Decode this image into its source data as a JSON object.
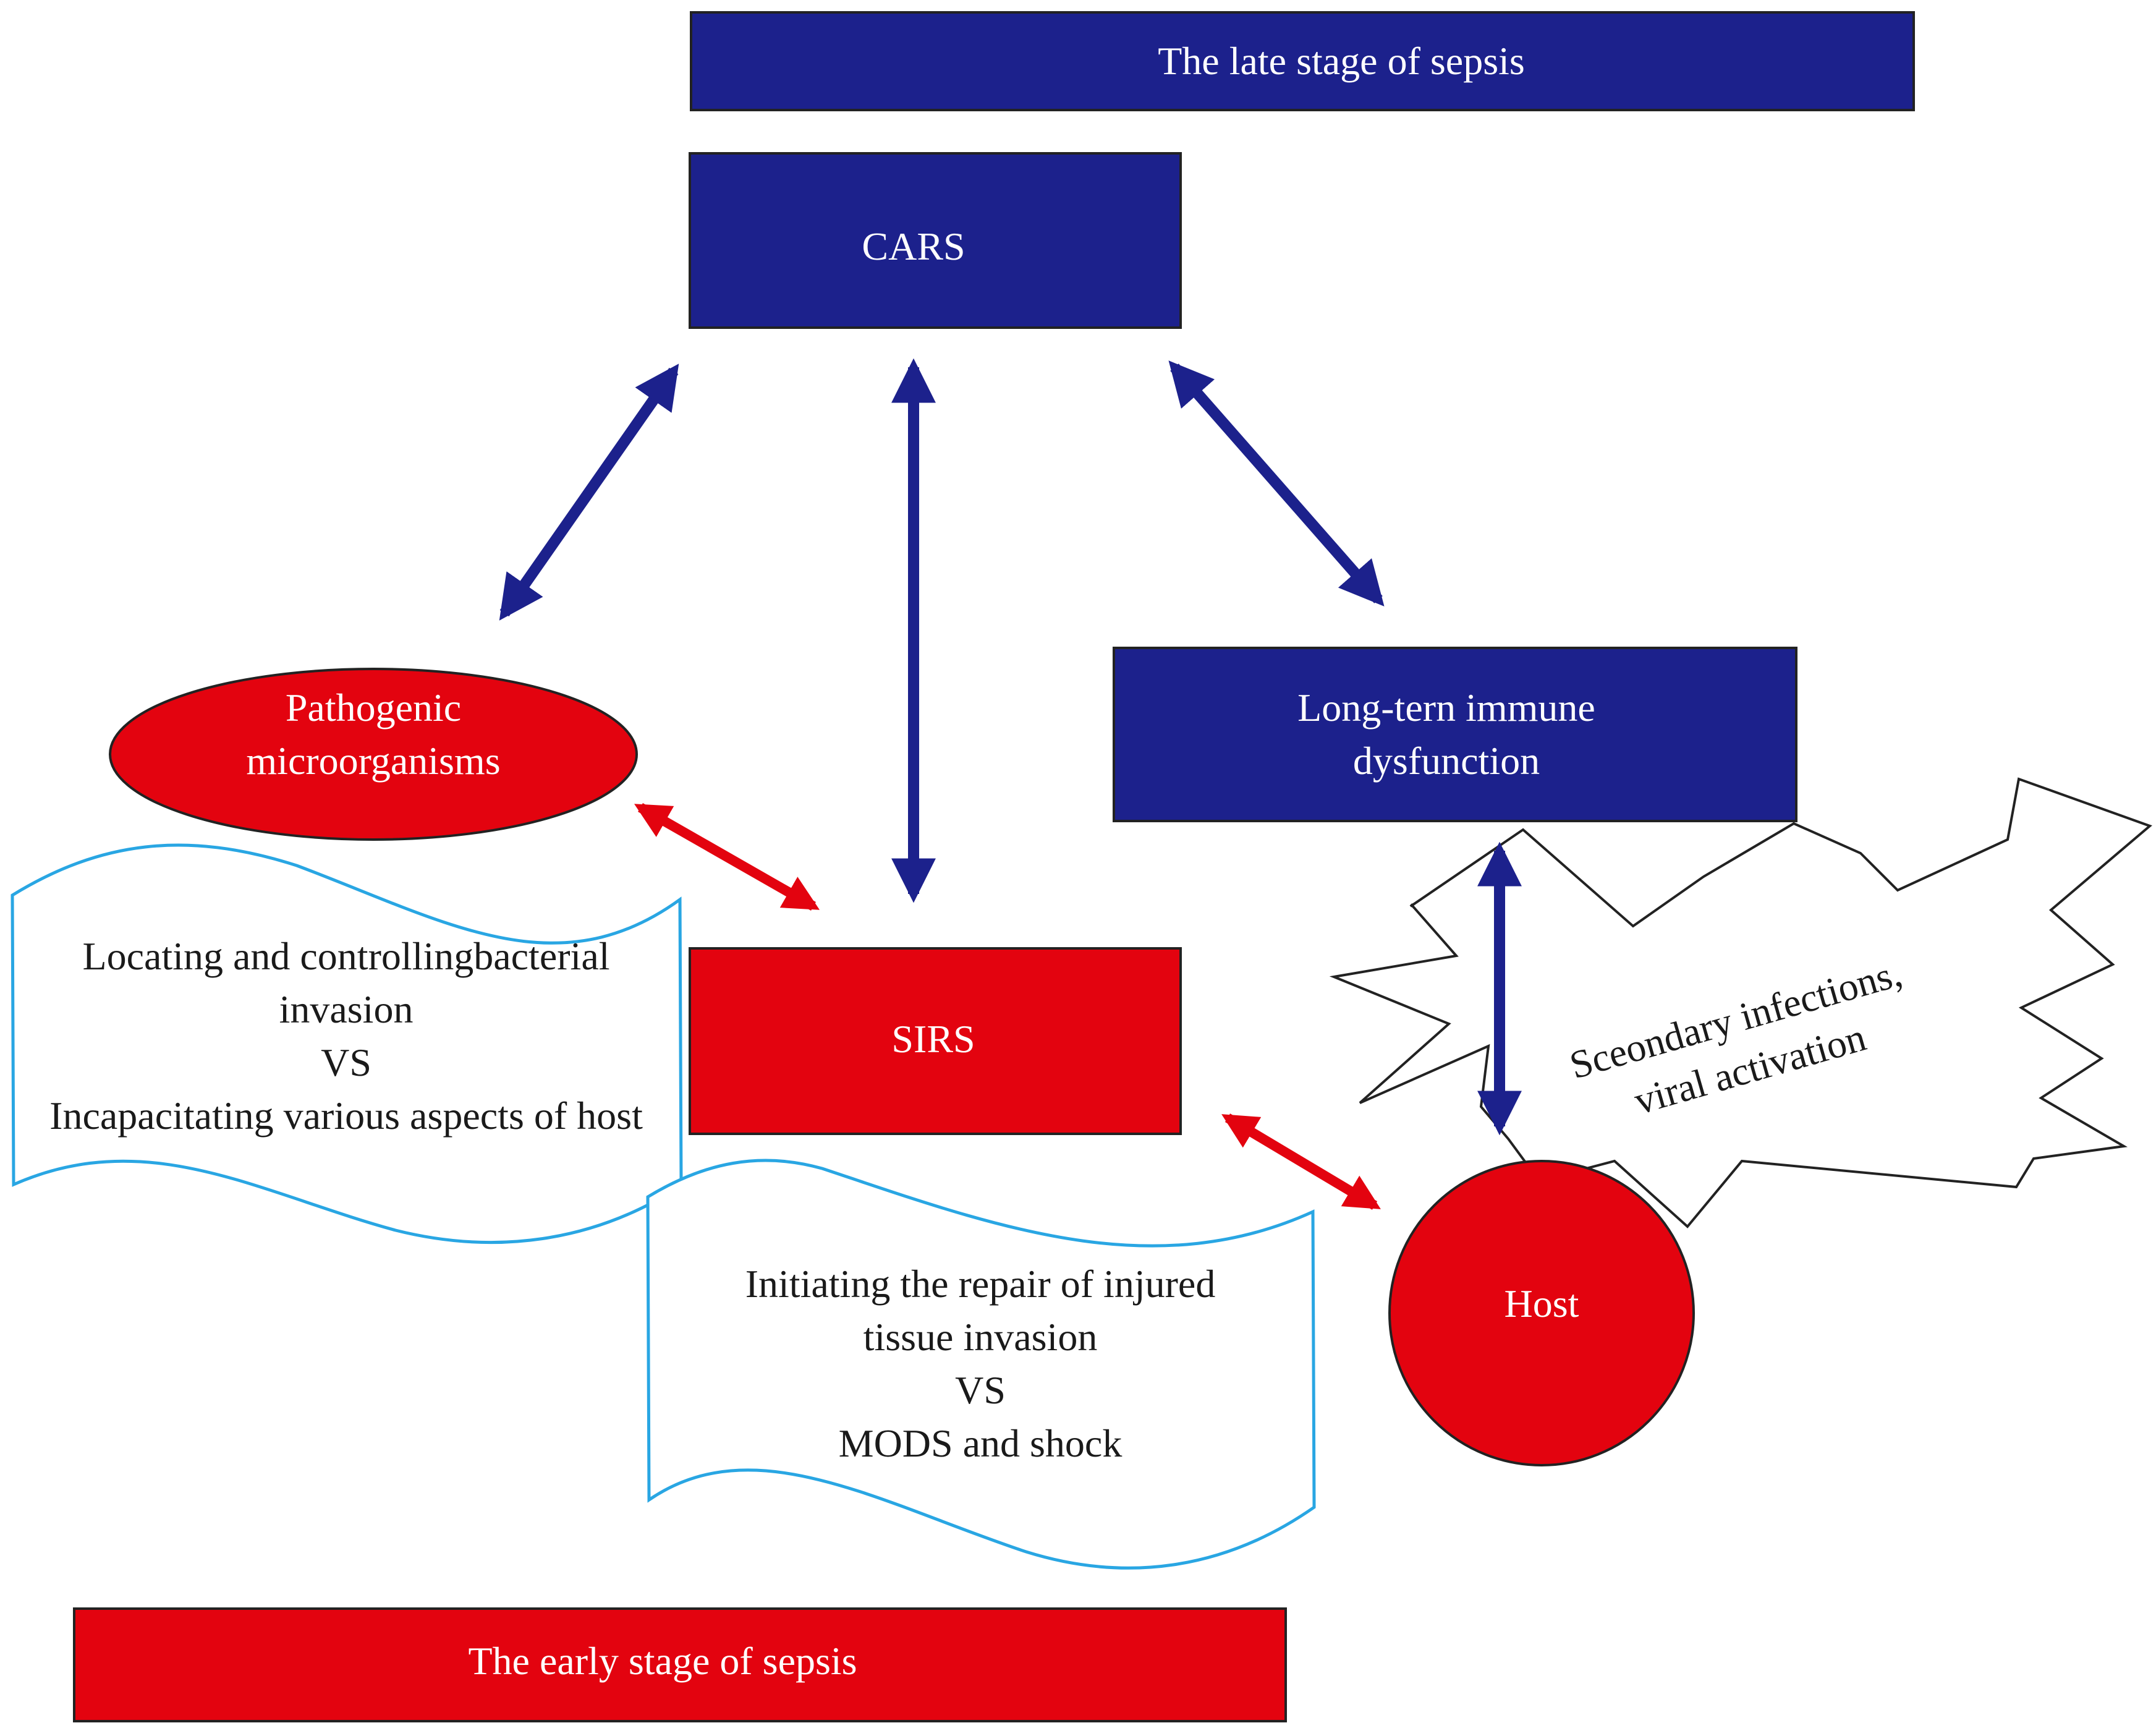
{
  "colors": {
    "navy": "#1C218C",
    "red": "#E3030F",
    "blue_outline": "#29A6E3",
    "text_dark": "#1a1a1a",
    "white": "#ffffff",
    "border": "#222222"
  },
  "late_stage": {
    "label": "The late stage of sepsis"
  },
  "cars": {
    "label": "CARS"
  },
  "long_term": {
    "line1": "Long-tern immune",
    "line2": "dysfunction"
  },
  "pathogenic": {
    "line1": "Pathogenic",
    "line2": "microorganisms"
  },
  "sirs": {
    "label": "SIRS"
  },
  "host": {
    "label": "Host"
  },
  "locating_banner": {
    "line1": "Locating and controllingbacterial",
    "line2": "invasion",
    "line3": "VS",
    "line4": "Incapacitating various aspects of host"
  },
  "repair_banner": {
    "line1": "Initiating the repair of injured",
    "line2": "tissue invasion",
    "line3": "VS",
    "line4": "MODS and shock"
  },
  "burst": {
    "line1": "Sceondary infections,",
    "line2": "viral activation"
  },
  "early_stage": {
    "label": "The early stage of sepsis"
  }
}
